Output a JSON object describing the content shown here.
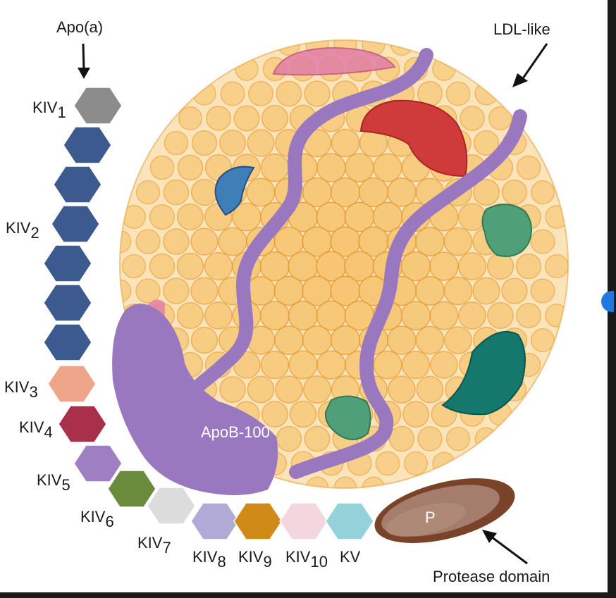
{
  "labels": {
    "apo_a": "Apo(a)",
    "ldl_like": "LDL-like",
    "apob100": "ApoB-100",
    "protease_domain": "Protease domain",
    "protease_letter": "P"
  },
  "kringles": [
    {
      "id": "kiv1",
      "base": "KIV",
      "sub": "1",
      "color": "#8c8c8c"
    },
    {
      "id": "kiv2",
      "base": "KIV",
      "sub": "2",
      "color": "#3d5a8e"
    },
    {
      "id": "kiv3",
      "base": "KIV",
      "sub": "3",
      "color": "#eea58a"
    },
    {
      "id": "kiv4",
      "base": "KIV",
      "sub": "4",
      "color": "#a8304b"
    },
    {
      "id": "kiv5",
      "base": "KIV",
      "sub": "5",
      "color": "#9d7fc2"
    },
    {
      "id": "kiv6",
      "base": "KIV",
      "sub": "6",
      "color": "#6a8a3c"
    },
    {
      "id": "kiv7",
      "base": "KIV",
      "sub": "7",
      "color": "#dcdcdc"
    },
    {
      "id": "kiv8",
      "base": "KIV",
      "sub": "8",
      "color": "#b1a9d6"
    },
    {
      "id": "kiv9",
      "base": "KIV",
      "sub": "9",
      "color": "#cf8a17"
    },
    {
      "id": "kiv10",
      "base": "KIV",
      "sub": "10",
      "color": "#f4d6df"
    },
    {
      "id": "kv",
      "base": "KV",
      "sub": "",
      "color": "#94d2da"
    }
  ],
  "colors": {
    "lipid_fill": "#f6c46e",
    "lipid_stroke": "#e79a31",
    "apob": "#9a78c0",
    "protease_outer": "#7a4228",
    "protease_inner": "#a47d6c",
    "protein_red": "#cf3b3b",
    "protein_blue": "#3f7fb7",
    "protein_green": "#4f9f78",
    "protein_teal": "#14786d",
    "protein_pink": "#e07fa6"
  }
}
